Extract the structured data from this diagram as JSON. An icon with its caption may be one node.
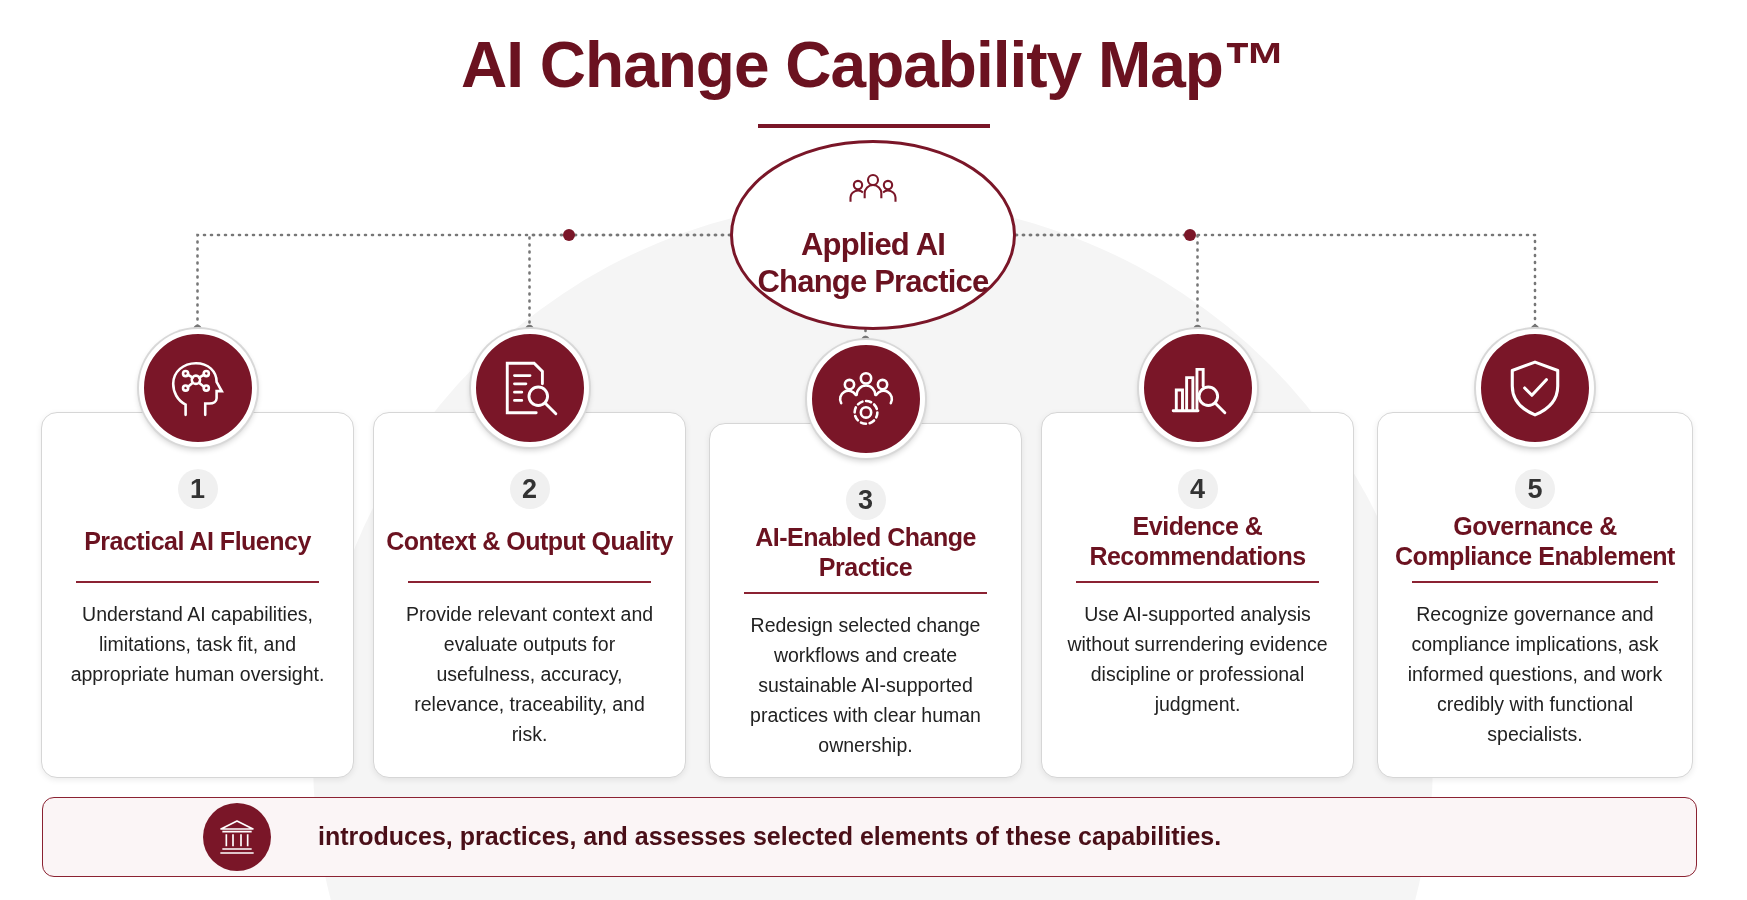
{
  "diagram": {
    "title": "AI Change Capability Map™",
    "nodes": [
      {
        "text": [
          "Applied AI Change Practice"
        ]
      },
      {
        "text": [
          "1",
          "Practical AI Fluency",
          "Understand AI capabilities, limitations, task fit, and appropriate human oversight."
        ]
      },
      {
        "text": [
          "2",
          "Context & Output Quality",
          "Provide relevant context and evaluate outputs for usefulness, accuracy, relevance, traceability, and risk."
        ]
      },
      {
        "text": [
          "3",
          "AI-Enabled Change Practice",
          "Redesign selected change workflows and create sustainable AI-supported practices with clear human ownership."
        ]
      },
      {
        "text": [
          "4",
          "Evidence & Recommendations",
          "Use AI-supported analysis without surrendering evidence discipline or professional judgment."
        ]
      },
      {
        "text": [
          "5",
          "Governance & Compliance Enablement",
          "Recognize governance and compliance implications, ask informed questions, and work credibly with functional specialists."
        ]
      },
      {
        "text": [
          "introduces, practices, and assesses selected elements of these capabilities."
        ]
      }
    ],
    "edges": [
      {
        "from": 0,
        "to": 1,
        "arrow": "other",
        "style": "dashed"
      },
      {
        "from": 0,
        "to": 2,
        "arrow": "other",
        "style": "dashed"
      },
      {
        "from": 0,
        "to": 3,
        "arrow": "other",
        "style": "dashed"
      },
      {
        "from": 0,
        "to": 4,
        "arrow": "other",
        "style": "dashed"
      },
      {
        "from": 0,
        "to": 5,
        "arrow": "other",
        "style": "dashed"
      }
    ]
  }
}
